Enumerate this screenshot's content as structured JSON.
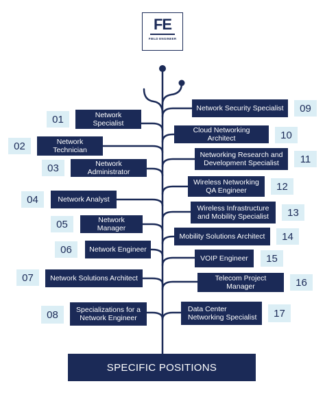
{
  "logo": {
    "mark": "FE",
    "subtitle": "FIELD ENGINEER"
  },
  "left_items": [
    {
      "number": "01",
      "label": "Network Specialist"
    },
    {
      "number": "02",
      "label": "Network Technician"
    },
    {
      "number": "03",
      "label": "Network Administrator"
    },
    {
      "number": "04",
      "label": "Network Analyst"
    },
    {
      "number": "05",
      "label": "Network Manager"
    },
    {
      "number": "06",
      "label": "Network Engineer"
    },
    {
      "number": "07",
      "label": "Network Solutions Architect"
    },
    {
      "number": "08",
      "label": "Specializations for a Network Engineer"
    }
  ],
  "right_items": [
    {
      "number": "09",
      "label": "Network Security Specialist"
    },
    {
      "number": "10",
      "label": "Cloud Networking Architect"
    },
    {
      "number": "11",
      "label": "Networking Research and Development Specialist"
    },
    {
      "number": "12",
      "label": "Wireless Networking QA Engineer"
    },
    {
      "number": "13",
      "label": "Wireless Infrastructure and Mobility Specialist"
    },
    {
      "number": "14",
      "label": "Mobility Solutions Architect"
    },
    {
      "number": "15",
      "label": "VOIP Engineer"
    },
    {
      "number": "16",
      "label": "Telecom Project Manager"
    },
    {
      "number": "17",
      "label": "Data Center Networking Specialist"
    }
  ],
  "footer": {
    "label": "SPECIFIC POSITIONS"
  },
  "colors": {
    "navy": "#1b2a57",
    "light_blue": "#dbeef5"
  }
}
